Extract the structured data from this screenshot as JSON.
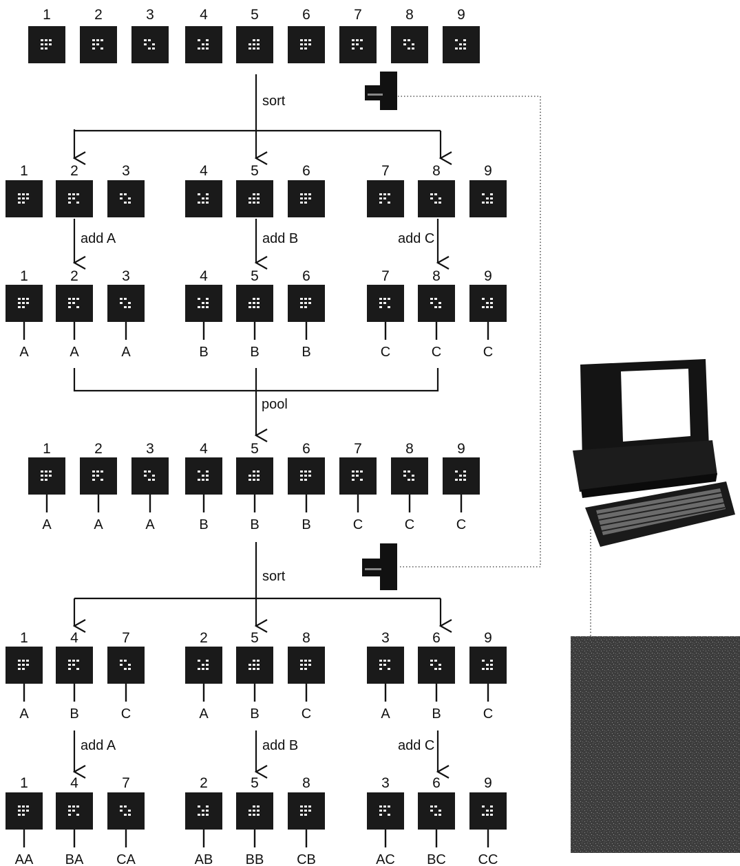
{
  "step_labels": {
    "sort_1": "sort",
    "add_a_1": "add A",
    "add_b_1": "add B",
    "add_c_1": "add C",
    "pool": "pool",
    "sort_2": "sort",
    "add_a_2": "add A",
    "add_b_2": "add B",
    "add_c_2": "add C"
  },
  "rows": [
    {
      "id": "row-initial",
      "wells": [
        {
          "n": "1",
          "tag": ""
        },
        {
          "n": "2",
          "tag": ""
        },
        {
          "n": "3",
          "tag": ""
        },
        {
          "n": "4",
          "tag": ""
        },
        {
          "n": "5",
          "tag": ""
        },
        {
          "n": "6",
          "tag": ""
        },
        {
          "n": "7",
          "tag": ""
        },
        {
          "n": "8",
          "tag": ""
        },
        {
          "n": "9",
          "tag": ""
        }
      ]
    },
    {
      "id": "row-sorted-1",
      "wells": [
        {
          "n": "1",
          "tag": ""
        },
        {
          "n": "2",
          "tag": ""
        },
        {
          "n": "3",
          "tag": ""
        },
        {
          "n": "4",
          "tag": ""
        },
        {
          "n": "5",
          "tag": ""
        },
        {
          "n": "6",
          "tag": ""
        },
        {
          "n": "7",
          "tag": ""
        },
        {
          "n": "8",
          "tag": ""
        },
        {
          "n": "9",
          "tag": ""
        }
      ]
    },
    {
      "id": "row-added-1",
      "wells": [
        {
          "n": "1",
          "tag": "A"
        },
        {
          "n": "2",
          "tag": "A"
        },
        {
          "n": "3",
          "tag": "A"
        },
        {
          "n": "4",
          "tag": "B"
        },
        {
          "n": "5",
          "tag": "B"
        },
        {
          "n": "6",
          "tag": "B"
        },
        {
          "n": "7",
          "tag": "C"
        },
        {
          "n": "8",
          "tag": "C"
        },
        {
          "n": "9",
          "tag": "C"
        }
      ]
    },
    {
      "id": "row-pooled",
      "wells": [
        {
          "n": "1",
          "tag": "A"
        },
        {
          "n": "2",
          "tag": "A"
        },
        {
          "n": "3",
          "tag": "A"
        },
        {
          "n": "4",
          "tag": "B"
        },
        {
          "n": "5",
          "tag": "B"
        },
        {
          "n": "6",
          "tag": "B"
        },
        {
          "n": "7",
          "tag": "C"
        },
        {
          "n": "8",
          "tag": "C"
        },
        {
          "n": "9",
          "tag": "C"
        }
      ]
    },
    {
      "id": "row-sorted-2",
      "wells": [
        {
          "n": "1",
          "tag": "A"
        },
        {
          "n": "4",
          "tag": "B"
        },
        {
          "n": "7",
          "tag": "C"
        },
        {
          "n": "2",
          "tag": "A"
        },
        {
          "n": "5",
          "tag": "B"
        },
        {
          "n": "8",
          "tag": "C"
        },
        {
          "n": "3",
          "tag": "A"
        },
        {
          "n": "6",
          "tag": "B"
        },
        {
          "n": "9",
          "tag": "C"
        }
      ]
    },
    {
      "id": "row-added-2",
      "wells": [
        {
          "n": "1",
          "tag": "AA"
        },
        {
          "n": "4",
          "tag": "BA"
        },
        {
          "n": "7",
          "tag": "CA"
        },
        {
          "n": "2",
          "tag": "AB"
        },
        {
          "n": "5",
          "tag": "BB"
        },
        {
          "n": "8",
          "tag": "CB"
        },
        {
          "n": "3",
          "tag": "AC"
        },
        {
          "n": "6",
          "tag": "BC"
        },
        {
          "n": "9",
          "tag": "CC"
        }
      ]
    }
  ],
  "icons": [
    "sorter-device-icon",
    "computer-icon",
    "keyboard-icon",
    "storage-unit-icon"
  ],
  "colors": {
    "ink": "#111111",
    "tile": "#1a1a1a",
    "storage": "#3a3a3a"
  }
}
